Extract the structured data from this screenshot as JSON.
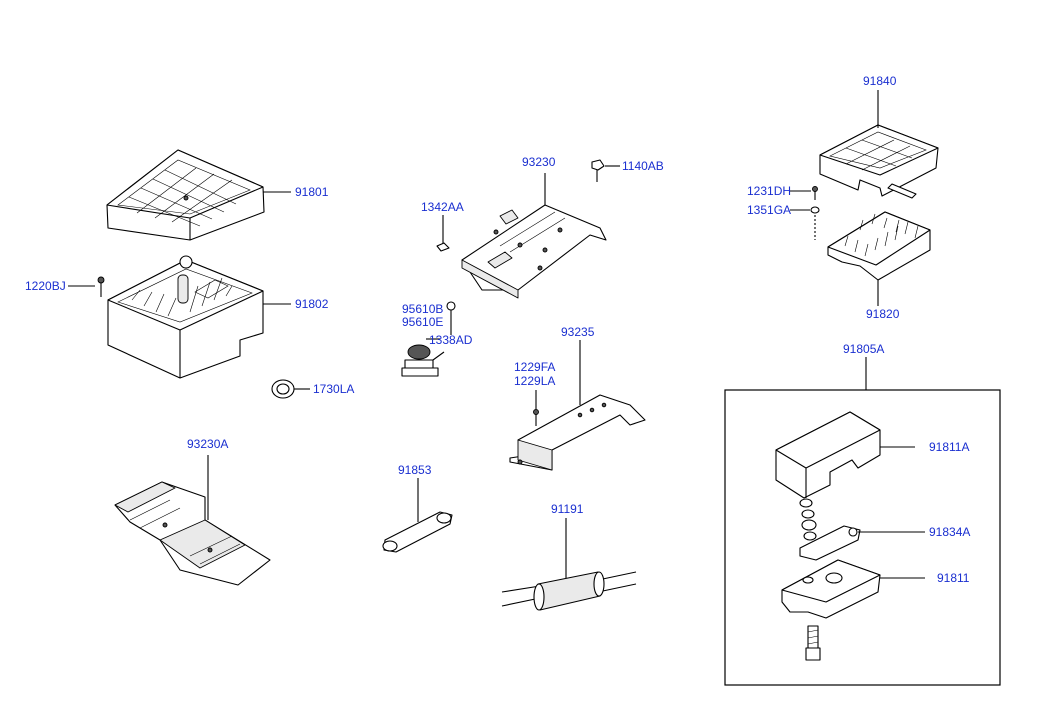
{
  "diagram": {
    "label_color": "#1a2fd0",
    "parts": {
      "p91801": "91801",
      "p91802": "91802",
      "p1220BJ": "1220BJ",
      "p1730LA": "1730LA",
      "p93230A": "93230A",
      "p93230": "93230",
      "p1140AB": "1140AB",
      "p1342AA": "1342AA",
      "p95610B": "95610B",
      "p95610E": "95610E",
      "p1338AD": "1338AD",
      "p93235": "93235",
      "p1229FA": "1229FA",
      "p1229LA": "1229LA",
      "p91853": "91853",
      "p91191": "91191",
      "p91840": "91840",
      "p1231DH": "1231DH",
      "p1351GA": "1351GA",
      "p91820": "91820",
      "p91805A": "91805A",
      "p91811A": "91811A",
      "p91834A": "91834A",
      "p91811": "91811"
    }
  }
}
